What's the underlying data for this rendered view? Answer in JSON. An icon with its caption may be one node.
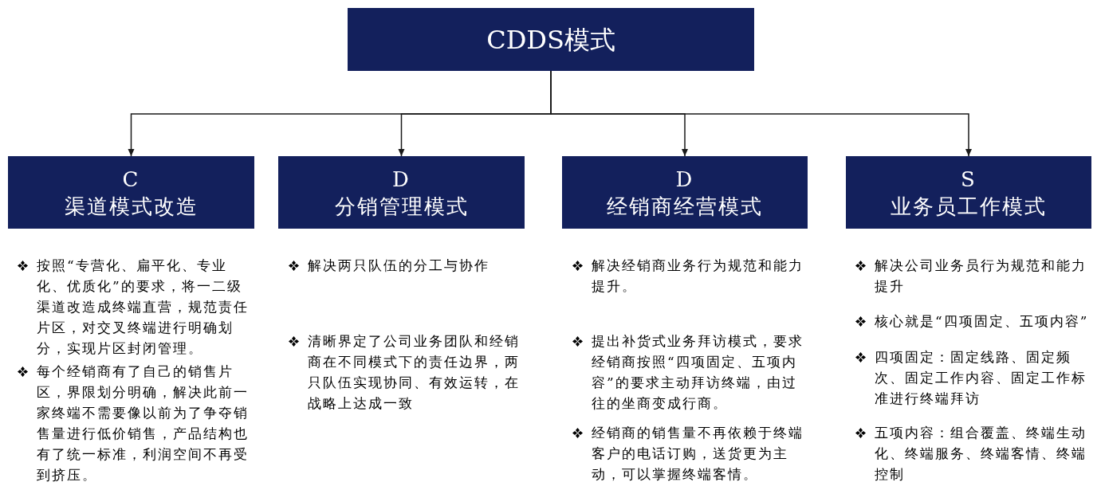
{
  "diagram": {
    "nodes": [
      {
        "text": [
          "CDDS模式"
        ]
      },
      {
        "text": [
          "C",
          "渠道模式改造"
        ]
      },
      {
        "text": [
          "D",
          "分销管理模式"
        ]
      },
      {
        "text": [
          "D",
          "经销商经营模式"
        ]
      },
      {
        "text": [
          "S",
          "业务员工作模式"
        ]
      }
    ],
    "edges": [
      {
        "from": 0,
        "to": 1,
        "arrow": "to"
      },
      {
        "from": 0,
        "to": 2,
        "arrow": "to"
      },
      {
        "from": 0,
        "to": 3,
        "arrow": "to"
      },
      {
        "from": 0,
        "to": 4,
        "arrow": "to"
      }
    ],
    "labels": [
      "按照“专营化、扁平化、专业化、优质化”的要求，将一二级渠道改造成终端直营，规范责任片区，对交叉终端进行明确划分，实现片区封闭管理。",
      "每个经销商有了自己的销售片区，界限划分明确，解决此前一家终端不需要像以前为了争夺销售量进行低价销售，产品结构也有了统一标准，利润空间不再受到挤压。",
      "解决两只队伍的分工与协作",
      "清晰界定了公司业务团队和经销商在不同模式下的责任边界，两只队伍实现协同、有效运转，在战略上达成一致",
      "解决经销商业务行为规范和能力提升。",
      "提出补货式业务拜访模式，要求经销商按照“四项固定、五项内容”的要求主动拜访终端，由过往的坐商变成行商。",
      "经销商的销售量不再依赖于终端客户的电话订购，送货更为主动，可以掌握终端客情。",
      "解决公司业务员行为规范和能力提升",
      "核心就是“四项固定、五项内容”",
      "四项固定：固定线路、固定频次、固定工作内容、固定工作标准进行终端拜访",
      "五项内容：组合覆盖、终端生动化、终端服务、终端客情、终端控制"
    ]
  }
}
